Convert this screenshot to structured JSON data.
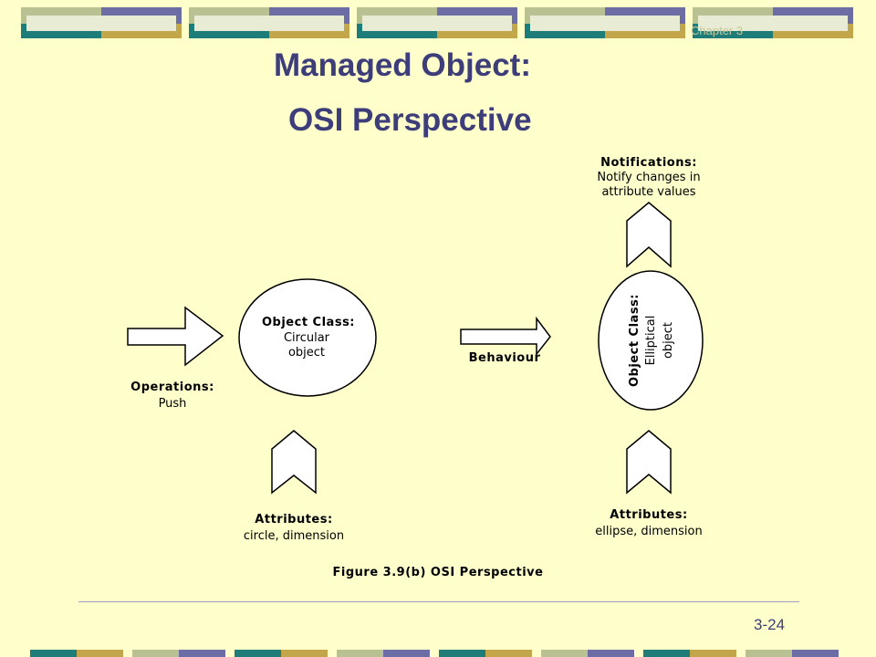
{
  "header": {
    "chapter": "Chapter 3",
    "title_line1": "Managed Object:",
    "title_line2": "OSI Perspective"
  },
  "diagram": {
    "left_object": {
      "head": "Object Class:",
      "line1": "Circular",
      "line2": "object"
    },
    "right_object": {
      "head": "Object Class:",
      "line1": "Elliptical",
      "line2": "object"
    },
    "operations": {
      "head": "Operations:",
      "body": "Push"
    },
    "behaviour": "Behaviour",
    "left_attributes": {
      "head": "Attributes:",
      "body": "circle, dimension"
    },
    "right_attributes": {
      "head": "Attributes:",
      "body": "ellipse, dimension"
    },
    "notifications": {
      "head": "Notifications:",
      "line1": "Notify changes in",
      "line2": "attribute values"
    },
    "caption": "Figure 3.9(b) OSI Perspective"
  },
  "footer": {
    "page": "3-24"
  },
  "colors": {
    "background": "#ffffcc",
    "title": "#3d3d7a",
    "band_sage": "#b9c193",
    "band_purple": "#6d6da6",
    "band_gold": "#c4a64a",
    "band_teal": "#1e7c79"
  }
}
